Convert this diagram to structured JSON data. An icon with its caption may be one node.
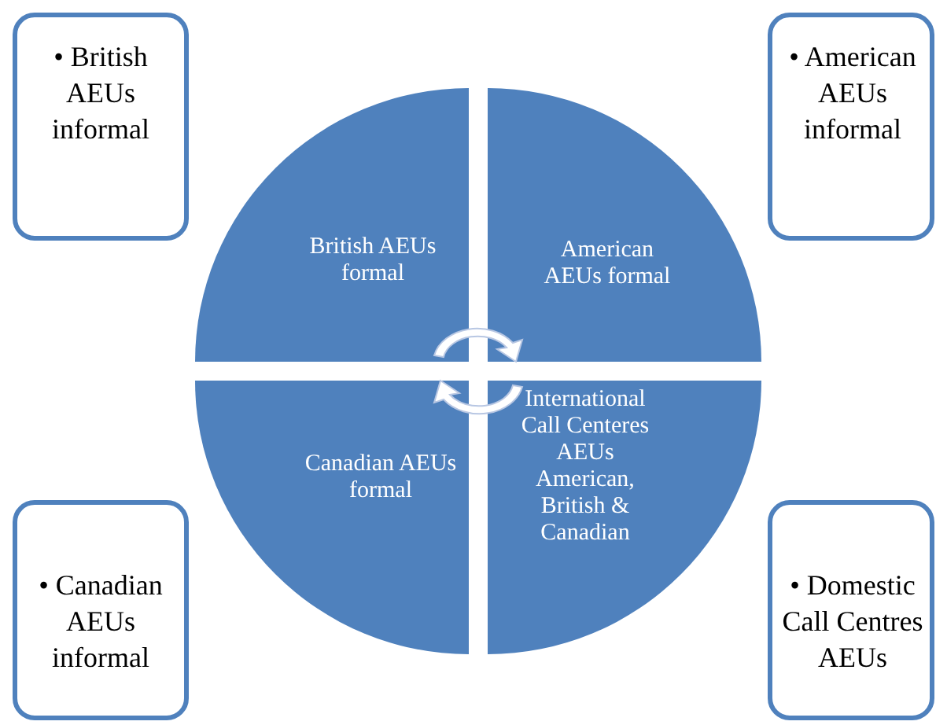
{
  "diagram": {
    "nodes": [
      {
        "text": [
          "• British AEUs informal"
        ]
      },
      {
        "text": [
          "British AEUs formal"
        ]
      },
      {
        "text": [
          "American AEUs formal"
        ]
      },
      {
        "text": [
          "• American AEUs informal"
        ]
      },
      {
        "text": [
          "Canadian AEUs formal"
        ]
      },
      {
        "text": [
          "International Call Centeres AEUs American, British & Canadian"
        ]
      },
      {
        "text": [
          "• Canadian AEUs informal"
        ]
      },
      {
        "text": [
          "• Domestic Call Centres AEUs"
        ]
      }
    ],
    "edges": []
  }
}
